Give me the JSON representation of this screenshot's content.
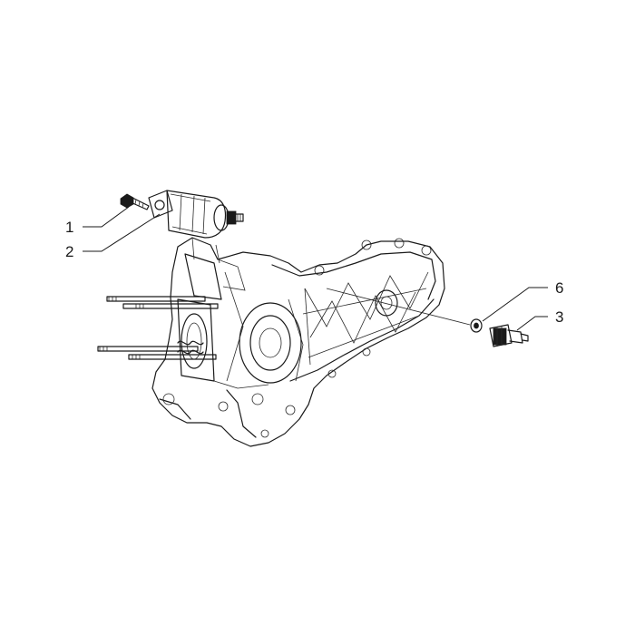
{
  "diagram": {
    "callouts": [
      {
        "id": "c1",
        "label": "1"
      },
      {
        "id": "c2",
        "label": "2"
      },
      {
        "id": "c6",
        "label": "6"
      },
      {
        "id": "c3",
        "label": "3"
      }
    ],
    "parts": {
      "bolt": "bolt",
      "starter_motor": "starter-motor",
      "crankcase": "crankcase",
      "washer": "washer",
      "sensor": "sensor"
    },
    "colors": {
      "ink": "#1a1a1a",
      "background": "#ffffff"
    }
  }
}
